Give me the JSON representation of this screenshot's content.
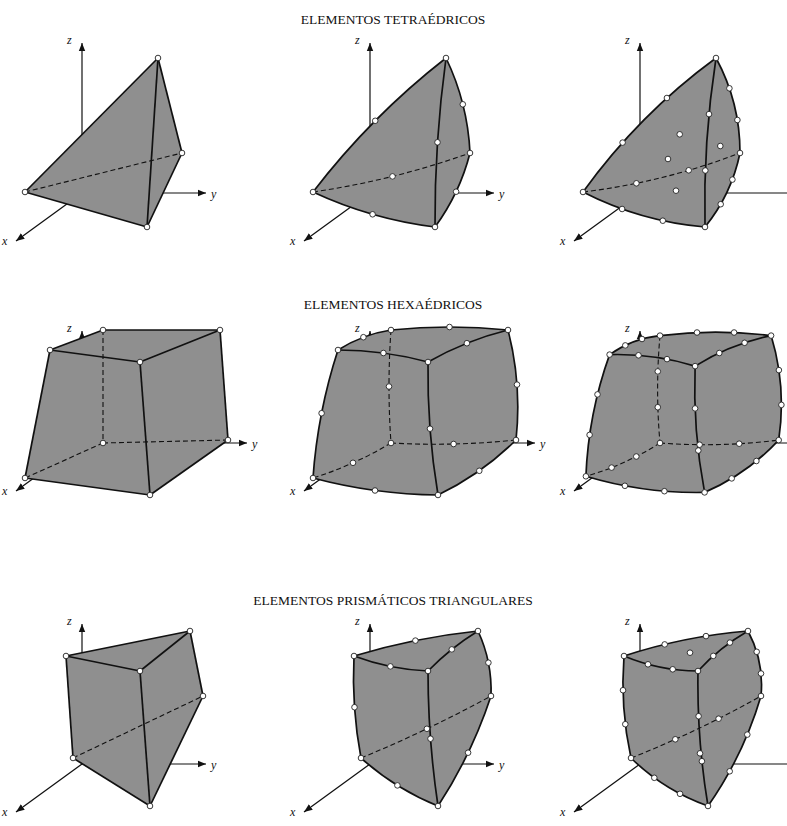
{
  "diagram": {
    "labels": [
      "ELEMENTOS TETRAÉDRICOS",
      "z",
      "y",
      "x",
      "z",
      "y",
      "x",
      "z",
      "x",
      "ELEMENTOS HEXAÉDRICOS",
      "z",
      "y",
      "x",
      "z",
      "y",
      "x",
      "z",
      "x",
      "ELEMENTOS PRISMÁTICOS TRIANGULARES",
      "z",
      "y",
      "x",
      "z",
      "y",
      "x",
      "z",
      "x"
    ]
  }
}
